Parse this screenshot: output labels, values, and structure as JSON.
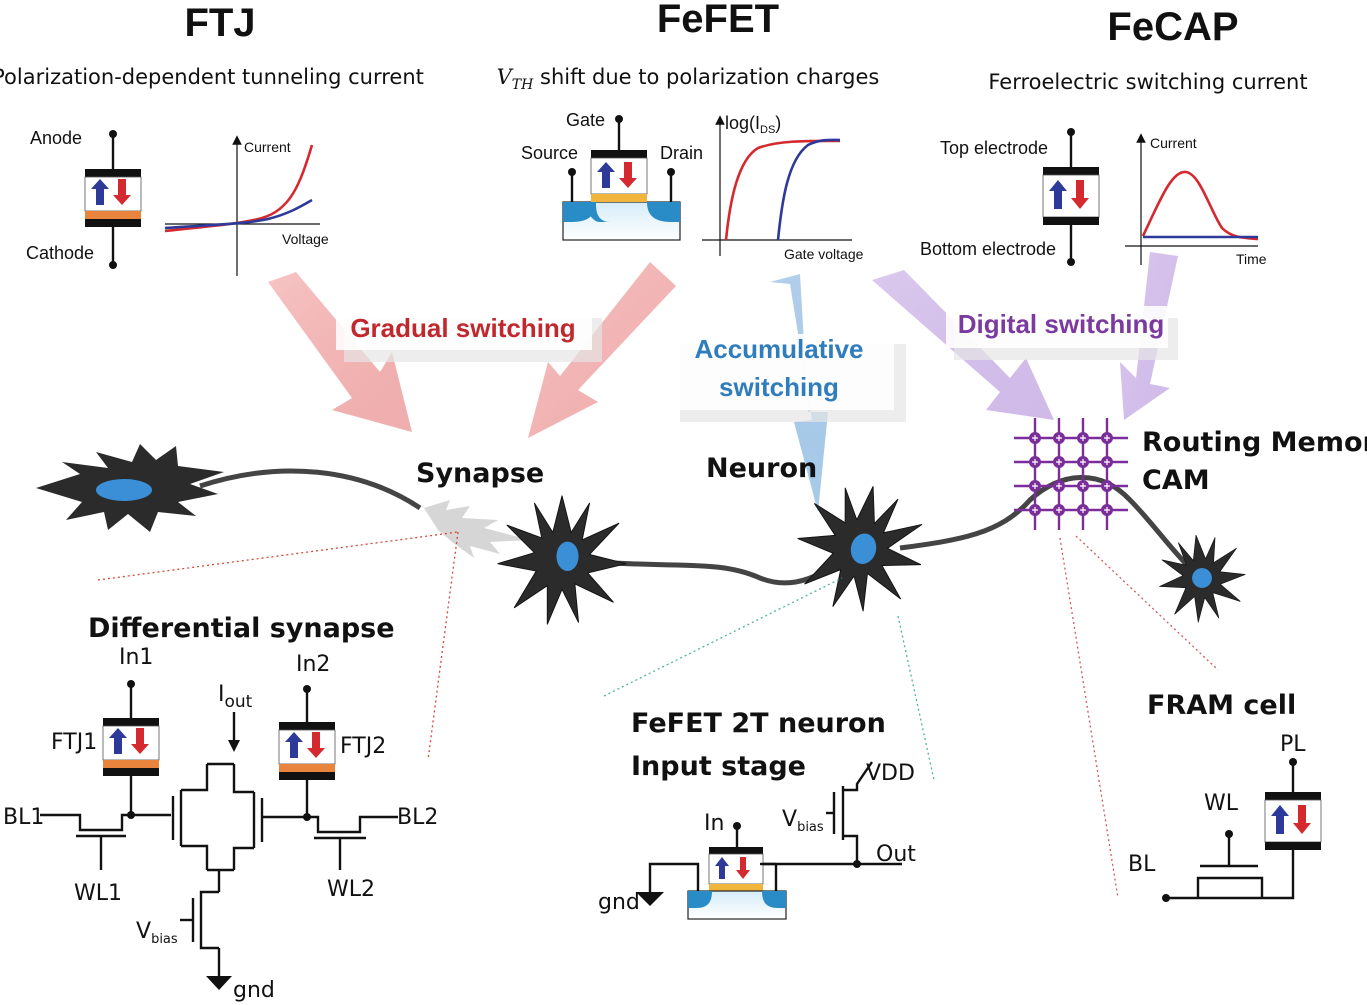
{
  "ftj": {
    "title": "FTJ",
    "subtitle": "Polarization-dependent tunneling current",
    "anode": "Anode",
    "cathode": "Cathode",
    "y_axis": "Current",
    "x_axis": "Voltage"
  },
  "fefet": {
    "title": "FeFET",
    "subtitle_sym": "V",
    "subtitle_sub": "TH",
    "subtitle_rest": " shift due to polarization charges",
    "gate": "Gate",
    "source": "Source",
    "drain": "Drain",
    "y_axis_pre": "log(I",
    "y_axis_sub": "DS",
    "y_axis_post": ")",
    "x_axis": "Gate voltage"
  },
  "fecap": {
    "title": "FeCAP",
    "subtitle": "Ferroelectric switching current",
    "top": "Top electrode",
    "bottom": "Bottom electrode",
    "y_axis": "Current",
    "x_axis": "Time"
  },
  "switching": {
    "gradual": "Gradual switching",
    "accum_line1": "Accumulative",
    "accum_line2": "switching",
    "digital": "Digital switching"
  },
  "network": {
    "synapse": "Synapse",
    "neuron": "Neuron",
    "routing_line1": "Routing Memory",
    "routing_line2": "CAM"
  },
  "diff_synapse": {
    "title": "Differential synapse",
    "in1": "In1",
    "in2": "In2",
    "iout": "I",
    "iout_sub": "out",
    "ftj1": "FTJ1",
    "ftj2": "FTJ2",
    "bl1": "BL1",
    "bl2": "BL2",
    "wl1": "WL1",
    "wl2": "WL2",
    "vbias": "V",
    "vbias_sub": "bias",
    "gnd": "gnd"
  },
  "neuron_2t": {
    "title_line1": "FeFET 2T neuron",
    "title_line2": "Input stage",
    "vdd": "VDD",
    "vbias": "V",
    "vbias_sub": "bias",
    "input": "In",
    "output": "Out",
    "gnd": "gnd"
  },
  "fram": {
    "title": "FRAM cell",
    "pl": "PL",
    "wl": "WL",
    "bl": "BL"
  },
  "colors": {
    "red": "#d42a2f",
    "blue": "#2e3a9a",
    "gradual": "#c0282d",
    "accumulative": "#2f7dbd",
    "digital": "#7a3a9e",
    "electrode": "#e8843c",
    "grid": "#7b2d9a"
  }
}
